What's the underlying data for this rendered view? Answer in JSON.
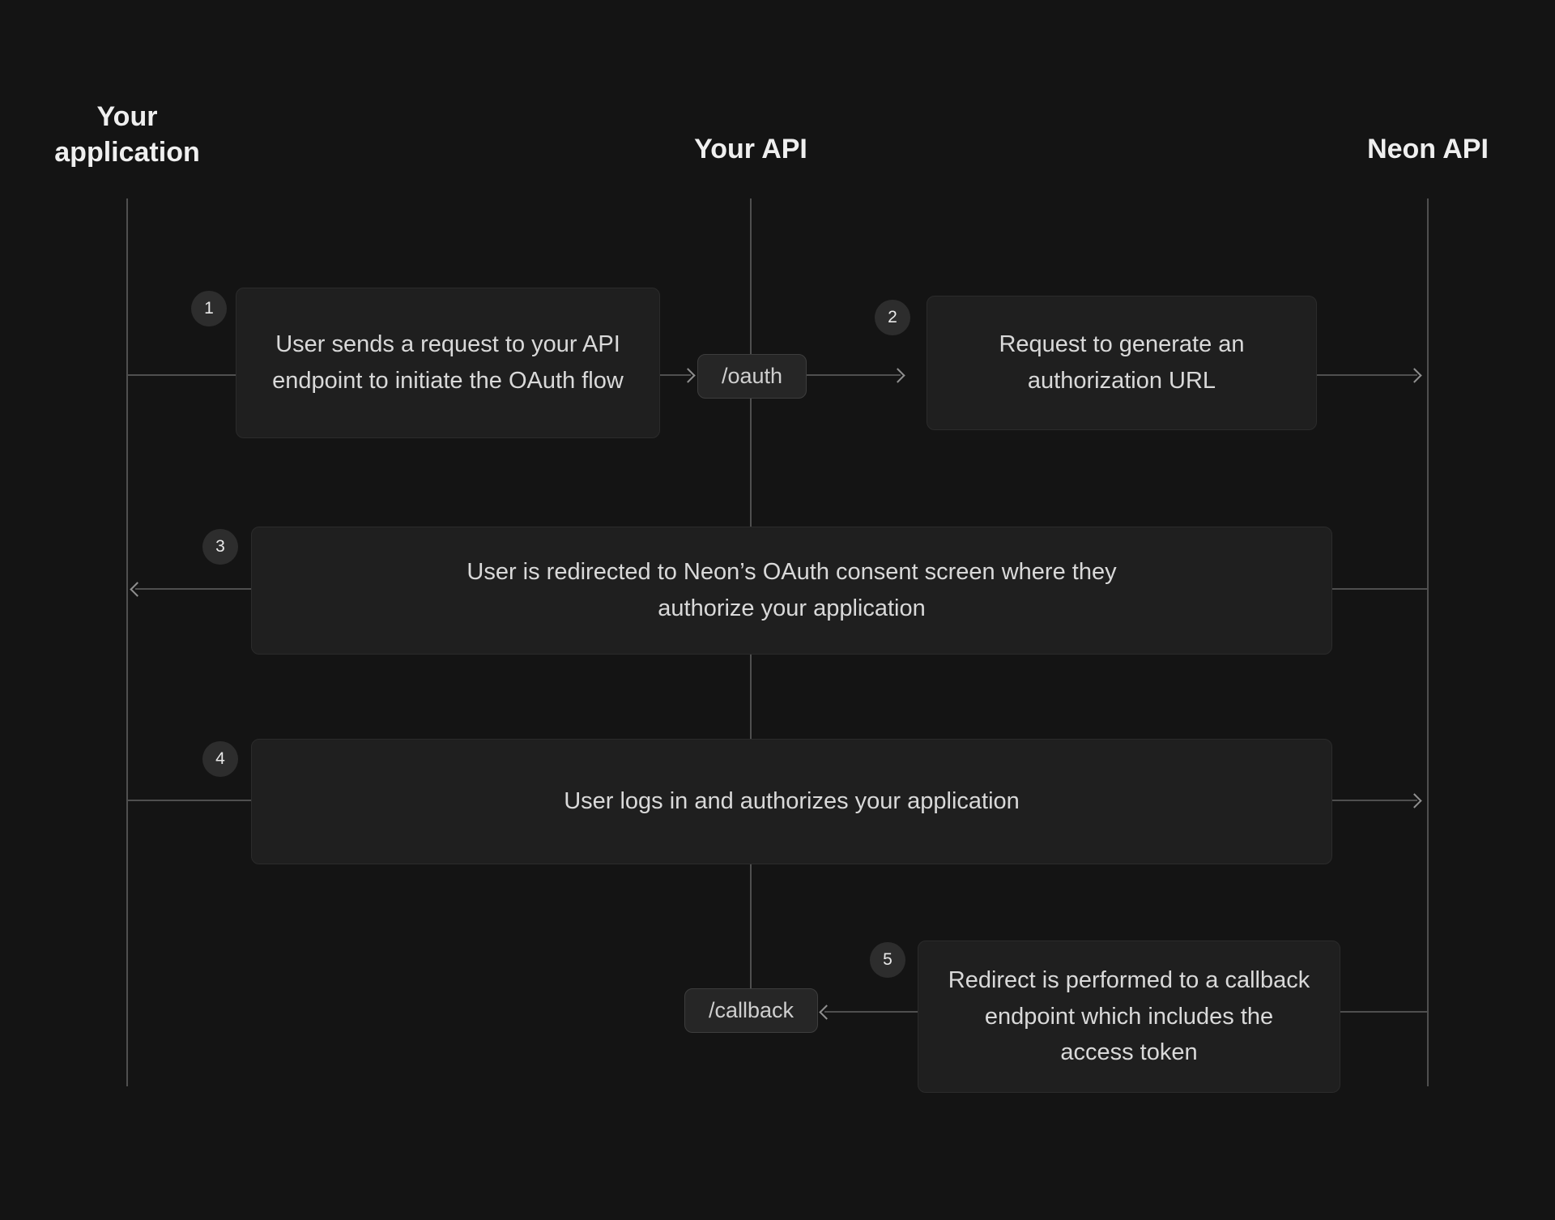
{
  "lanes": {
    "application": {
      "label": "Your application"
    },
    "api": {
      "label": "Your API"
    },
    "neon": {
      "label": "Neon API"
    }
  },
  "endpoints": {
    "oauth": {
      "label": "/oauth"
    },
    "callback": {
      "label": "/callback"
    }
  },
  "steps": [
    {
      "number": "1",
      "text": "User sends a request to your API endpoint to initiate the OAuth flow"
    },
    {
      "number": "2",
      "text": "Request to generate an authorization URL"
    },
    {
      "number": "3",
      "text": "User is redirected to Neon’s OAuth consent screen where they authorize your application"
    },
    {
      "number": "4",
      "text": "User logs in and authorizes your application"
    },
    {
      "number": "5",
      "text": "Redirect is performed to a callback endpoint which includes the access token"
    }
  ],
  "theme": {
    "bg": "#141414",
    "box_bg": "#1f1f1f",
    "box_border": "#2b2b2b",
    "pill_bg": "#262626",
    "pill_border": "#3d3d3d",
    "badge_bg": "#2d2d2d",
    "line": "#4f4f4f",
    "arrow": "#8f8f8f",
    "text": "#d9d9d9",
    "heading": "#efefef"
  }
}
